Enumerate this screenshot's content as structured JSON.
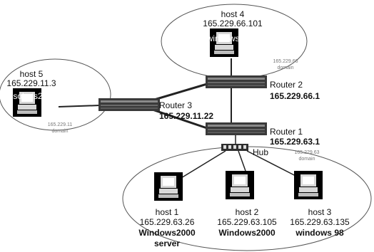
{
  "domains": {
    "top": {
      "ip": "165.229.66",
      "word": "domain"
    },
    "left": {
      "ip": "165.229.11",
      "word": "domain"
    },
    "bottom": {
      "ip": "165.229.63",
      "word": "domain"
    }
  },
  "hosts": {
    "host4": {
      "name": "host 4",
      "ip": "165.229.66.101",
      "os": "windows2000"
    },
    "host5": {
      "name": "host 5",
      "ip": "165.229.11.3",
      "os": "solaris2.6"
    },
    "host1": {
      "name": "host 1",
      "ip": "165.229.63.26",
      "os": "Windows2000",
      "os2": "server"
    },
    "host2": {
      "name": "host 2",
      "ip": "165.229.63.105",
      "os": "Windows2000"
    },
    "host3": {
      "name": "host 3",
      "ip": "165.229.63.135",
      "os": "windows 98"
    }
  },
  "routers": {
    "r1": {
      "name": "Router 1",
      "ip": "165.229.63.1"
    },
    "r2": {
      "name": "Router 2",
      "ip": "165.229.66.1"
    },
    "r3": {
      "name": "Router 3",
      "ip": "165.229.11.22"
    }
  },
  "hub": {
    "name": "Hub"
  },
  "icons": {
    "computer": "computer-icon",
    "router": "router-icon",
    "hub": "hub-icon"
  }
}
